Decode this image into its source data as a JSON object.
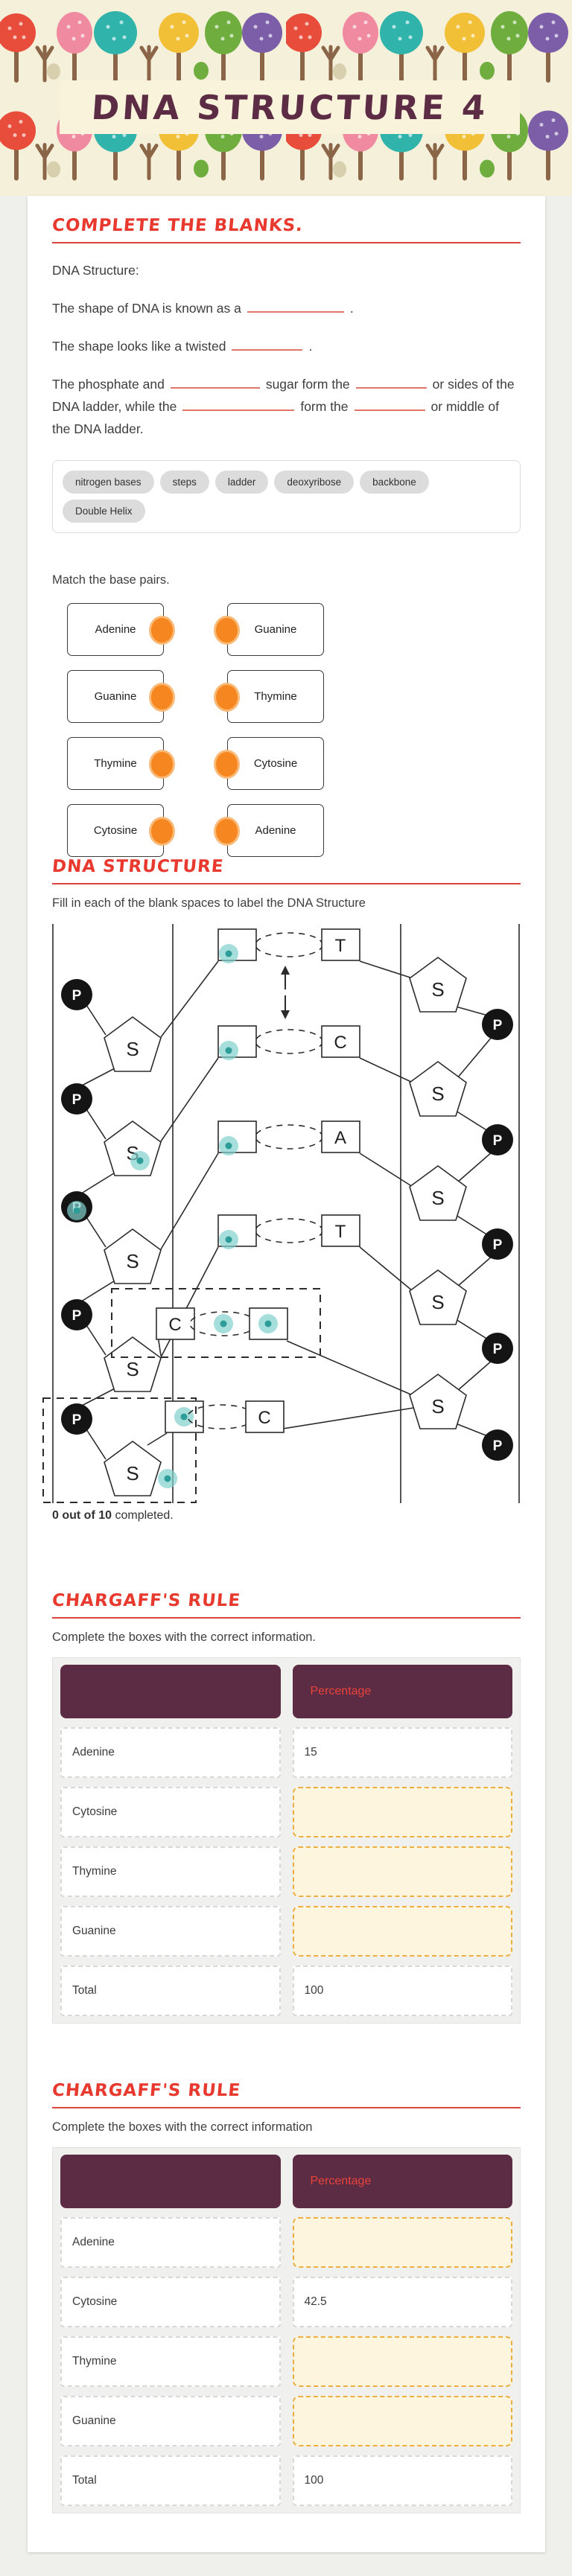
{
  "banner": {
    "title": "DNA STRUCTURE 4"
  },
  "section_blanks": {
    "heading": "COMPLETE THE BLANKS.",
    "intro": "DNA Structure:",
    "line1_prefix": "The shape of DNA is known as a",
    "line1_suffix": ".",
    "line2_prefix": "The shape looks like a twisted",
    "line2_suffix": ".",
    "line3_parts": [
      "The phosphate and",
      "sugar form the",
      "or sides of the DNA ladder, while the",
      "form the",
      "or middle of the DNA ladder."
    ],
    "word_bank": [
      "nitrogen bases",
      "steps",
      "ladder",
      "deoxyribose",
      "backbone",
      "Double Helix"
    ],
    "match_prompt": "Match the base pairs.",
    "match_left": [
      "Adenine",
      "Guanine",
      "Thymine",
      "Cytosine"
    ],
    "match_right": [
      "Guanine",
      "Thymine",
      "Cytosine",
      "Adenine"
    ]
  },
  "section_structure": {
    "heading": "DNA STRUCTURE",
    "instruction": "Fill in each of the blank spaces to label the DNA Structure",
    "progress_bold": "0 out of 10",
    "progress_rest": " completed.",
    "diagram": {
      "phosphate": "P",
      "sugar": "S",
      "rungs": [
        {
          "left": "",
          "right": "T"
        },
        {
          "left": "",
          "right": "C"
        },
        {
          "left": "",
          "right": "A"
        },
        {
          "left": "",
          "right": "T"
        },
        {
          "left": "C",
          "right": ""
        },
        {
          "left": "",
          "right": "C"
        }
      ]
    }
  },
  "chargaff1": {
    "heading": "CHARGAFF'S RULE",
    "instruction": "Complete the boxes with the correct information.",
    "col2_header": "Percentage",
    "rows": [
      {
        "label": "Adenine",
        "value": "15"
      },
      {
        "label": "Cytosine",
        "value": ""
      },
      {
        "label": "Thymine",
        "value": ""
      },
      {
        "label": "Guanine",
        "value": ""
      },
      {
        "label": "Total",
        "value": "100"
      }
    ]
  },
  "chargaff2": {
    "heading": "CHARGAFF'S RULE",
    "instruction": "Complete the boxes with the correct information",
    "col2_header": "Percentage",
    "rows": [
      {
        "label": "Adenine",
        "value": ""
      },
      {
        "label": "Cytosine",
        "value": "42.5"
      },
      {
        "label": "Thymine",
        "value": ""
      },
      {
        "label": "Guanine",
        "value": ""
      },
      {
        "label": "Total",
        "value": "100"
      }
    ]
  },
  "colors": {
    "accent_red": "#e8392f",
    "maroon": "#5c2b44",
    "orange_connector": "#f6861f",
    "teal_dot": "#7fd0cc",
    "input_bg": "#fdf5de",
    "input_border": "#eead3f"
  }
}
